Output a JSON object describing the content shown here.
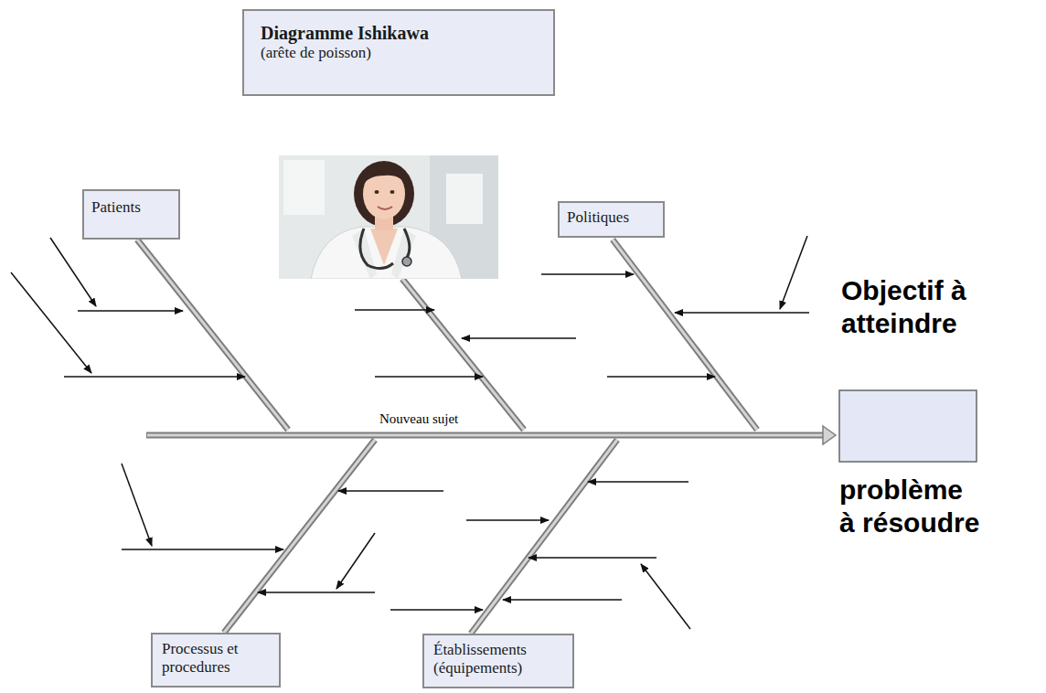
{
  "diagram": {
    "nodes": [
      {
        "text": [
          "Diagramme Ishikawa",
          "(arête de poisson)"
        ]
      },
      {
        "text": [
          "Patients"
        ]
      },
      {
        "text": [
          "Politiques"
        ]
      },
      {
        "text": [
          "Processus et procedures"
        ]
      },
      {
        "text": [
          "Établissements (équipements)"
        ]
      }
    ],
    "labels": [
      "Nouveau sujet",
      "Objectif à atteindre",
      "problème à résoudre"
    ]
  }
}
